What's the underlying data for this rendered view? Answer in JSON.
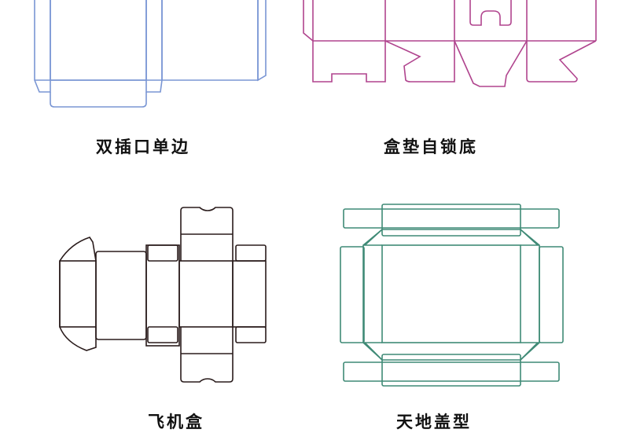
{
  "diagrams": [
    {
      "caption": "双插口单边",
      "stroke": "#7a96d4"
    },
    {
      "caption": "盒垫自锁底",
      "stroke": "#b0448e"
    },
    {
      "caption": "飞机盒",
      "stroke": "#2a1c1c"
    },
    {
      "caption": "天地盖型",
      "stroke": "#3f8a76"
    }
  ],
  "background": "#ffffff"
}
